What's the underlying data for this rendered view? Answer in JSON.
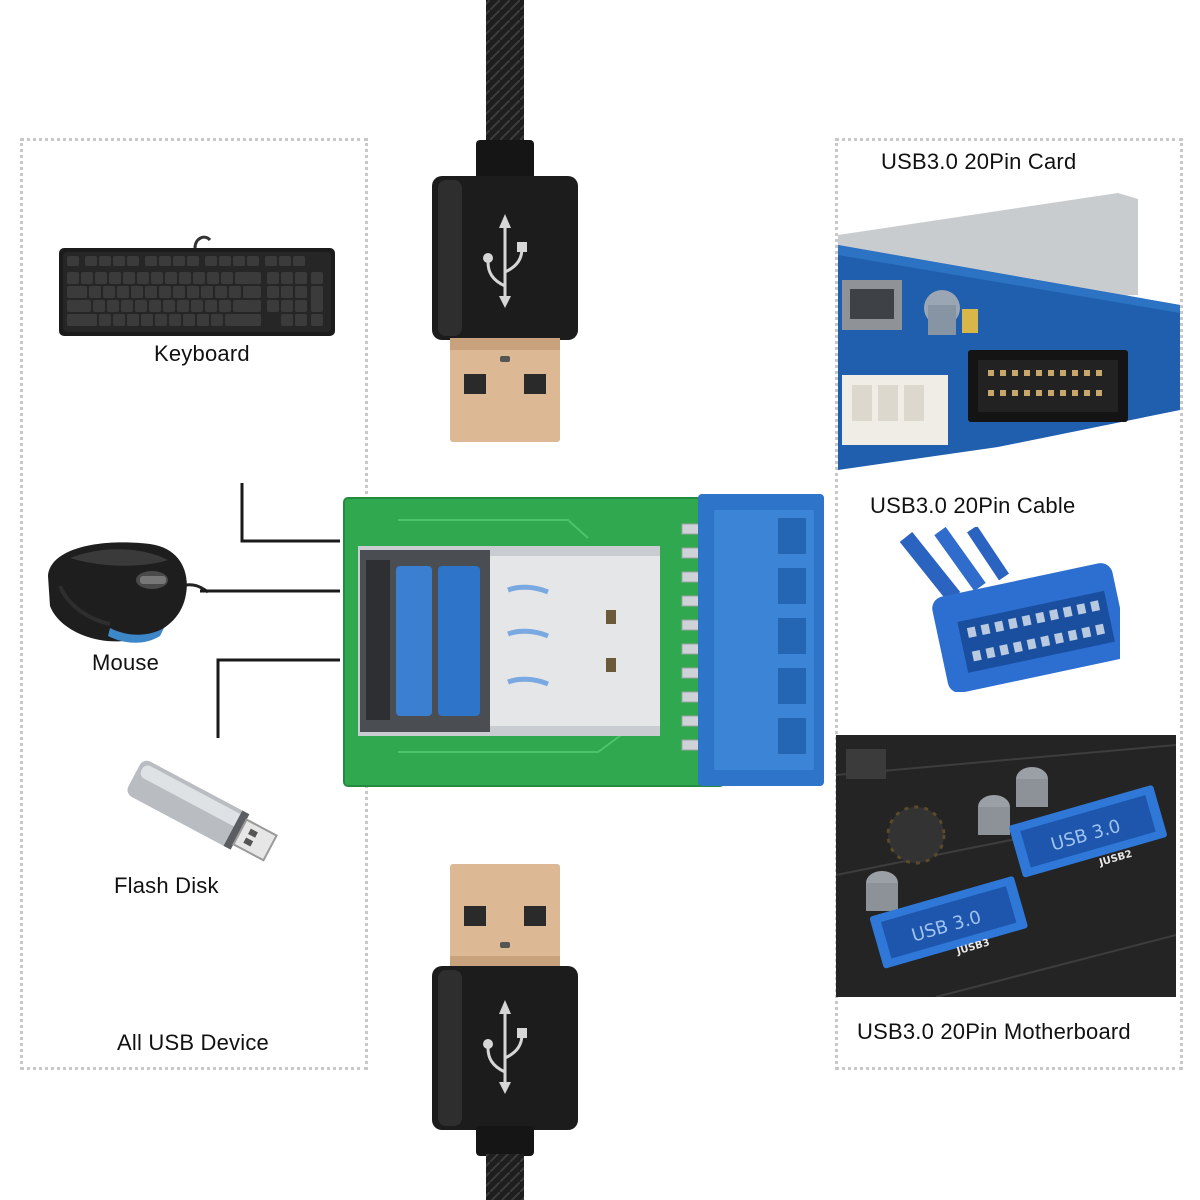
{
  "left_panel": {
    "devices": [
      {
        "name": "keyboard",
        "label": "Keyboard"
      },
      {
        "name": "mouse",
        "label": "Mouse"
      },
      {
        "name": "flash-disk",
        "label": "Flash Disk"
      }
    ],
    "footer_label": "All USB Device"
  },
  "right_panel": {
    "card_label": "USB3.0 20Pin Card",
    "cable_label": "USB3.0 20Pin Cable",
    "motherboard_label": "USB3.0 20Pin Motherboard",
    "silkscreen": {
      "header_a": "USB 3.0",
      "header_b": "USB 3.0",
      "jusb2": "JUSB2",
      "jusb3": "JUSB3"
    }
  },
  "colors": {
    "pcb_green": "#2fa84f",
    "connector_blue": "#2e74c8",
    "cable_black": "#1c1c1c",
    "plug_gold": "#d9b996",
    "panel_border": "#c8c8c8"
  }
}
